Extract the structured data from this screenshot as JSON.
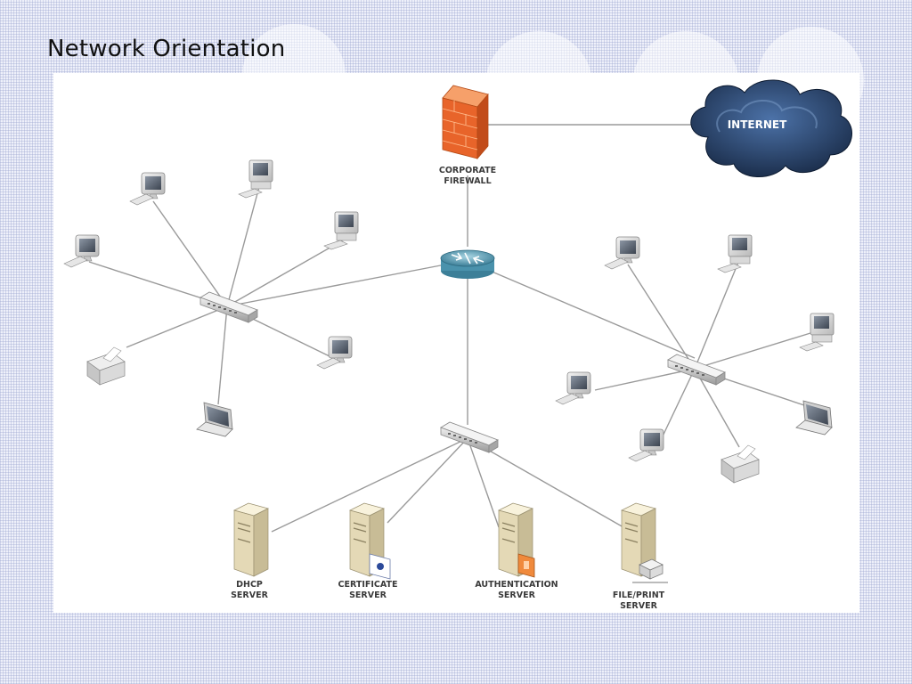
{
  "slide": {
    "title": "Network Orientation"
  },
  "diagram": {
    "cloud": {
      "label": "INTERNET"
    },
    "firewall": {
      "label_line1": "CORPORATE",
      "label_line2": "FIREWALL"
    },
    "servers": [
      {
        "line1": "DHCP",
        "line2": "SERVER"
      },
      {
        "line1": "CERTIFICATE",
        "line2": "SERVER"
      },
      {
        "line1": "AUTHENTICATION",
        "line2": "SERVER"
      },
      {
        "line1": "FILE/PRINT",
        "line2": "SERVER"
      }
    ],
    "colors": {
      "firewall": "#e8642a",
      "cloud": "#24406a",
      "router": "#5aa0b8",
      "link": "#9a9a9a"
    }
  }
}
